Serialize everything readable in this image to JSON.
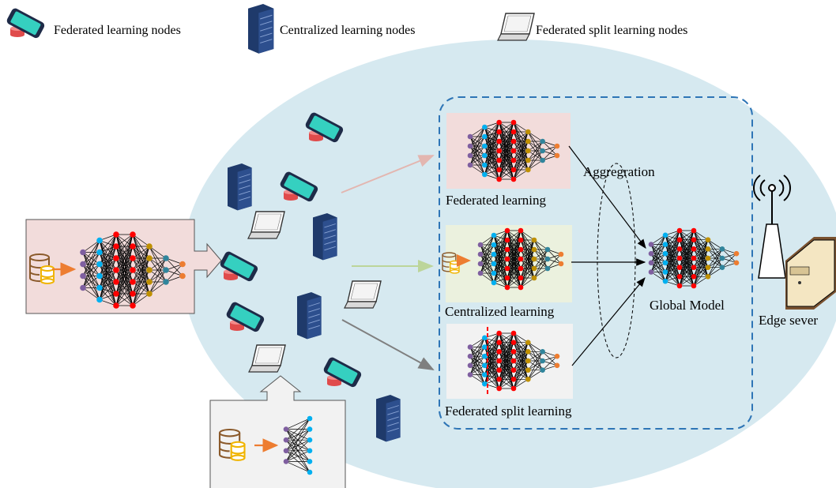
{
  "legend": {
    "federated_nodes_label": "Federated learning nodes",
    "centralized_nodes_label": "Centralized learning nodes",
    "split_nodes_label": "Federated split learning nodes"
  },
  "panels": {
    "federated_label": "Federated learning",
    "centralized_label": "Centralized learning",
    "split_label": "Federated split learning"
  },
  "aggregation_label": "Aggregration",
  "global_model_label": "Global Model",
  "edge_server_label": "Edge sever",
  "colors": {
    "cloud": "#d6e9f0",
    "federated_panel": "#f2dcdb",
    "centralized_panel": "#ebf1de",
    "split_panel": "#f2f2f2",
    "dashed_border": "#2e75b6",
    "arrow_orange": "#ed7d31",
    "node_purple": "#7f5fa0",
    "node_blue": "#00b0f0",
    "node_red": "#ff0000",
    "node_olive": "#bf9000",
    "node_teal": "#31859c",
    "node_orange": "#ed7d31",
    "phone_body": "#1e2b48",
    "phone_screen": "#35d0c0",
    "db_red": "#e04b4b",
    "server_dark": "#1f3a6b"
  },
  "icons": [
    "smartphone-icon",
    "server-icon",
    "laptop-icon",
    "database-icon",
    "antenna-icon",
    "edge-server-icon"
  ]
}
